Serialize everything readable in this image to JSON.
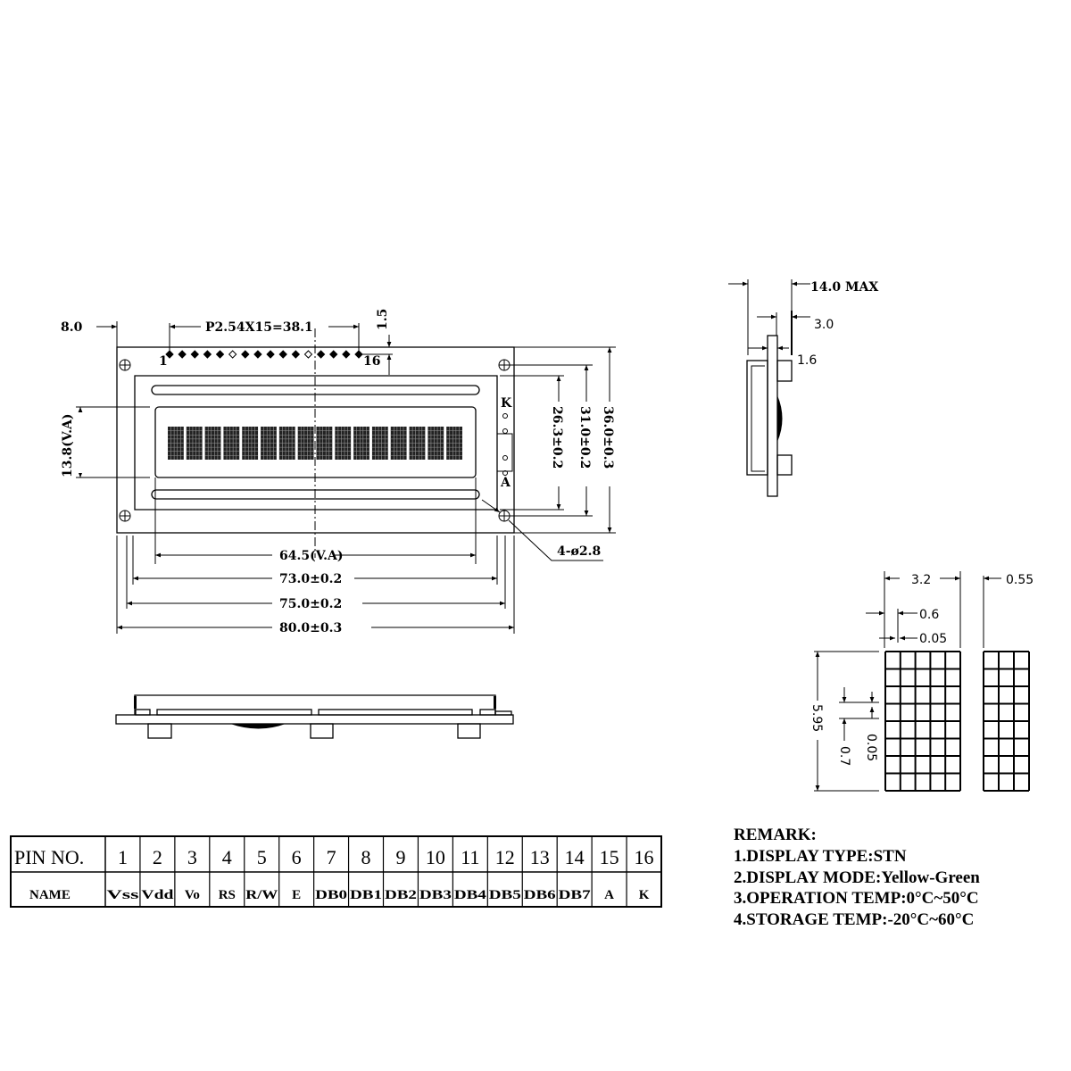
{
  "front_view": {
    "dim_left_offset": "8.0",
    "dim_pin_pitch": "P2.54X15=38.1",
    "dim_pin_top": "1.5",
    "pin_first_label": "1",
    "pin_last_label": "16",
    "pin_count": 16,
    "char_count": 16,
    "dim_va_height": "13.8(V.A)",
    "dim_va_width": "64.5(V.A)",
    "dim_width_73": "73.0±0.2",
    "dim_width_75": "75.0±0.2",
    "dim_width_80": "80.0±0.3",
    "dim_height_263": "26.3±0.2",
    "dim_height_31": "31.0±0.2",
    "dim_height_36": "36.0±0.3",
    "dim_holes": "4-ø2.8",
    "backlight_k": "K",
    "backlight_a": "A"
  },
  "side_view": {
    "dim_max": "14.0  MAX",
    "dim_3": "3.0",
    "dim_16": "1.6"
  },
  "char_detail": {
    "dim_width": "3.2",
    "dim_dot_w": "0.6",
    "dim_gap_w": "0.05",
    "dim_space": "0.55",
    "dim_height": "5.95",
    "dim_dot_h": "0.7",
    "dim_gap_h": "0.05"
  },
  "pin_table": {
    "header_label": "PIN NO.",
    "name_label": "NAME",
    "pins": [
      {
        "no": "1",
        "name": "Vss"
      },
      {
        "no": "2",
        "name": "Vdd"
      },
      {
        "no": "3",
        "name": "Vo"
      },
      {
        "no": "4",
        "name": "RS"
      },
      {
        "no": "5",
        "name": "R/W"
      },
      {
        "no": "6",
        "name": "E"
      },
      {
        "no": "7",
        "name": "DB0"
      },
      {
        "no": "8",
        "name": "DB1"
      },
      {
        "no": "9",
        "name": "DB2"
      },
      {
        "no": "10",
        "name": "DB3"
      },
      {
        "no": "11",
        "name": "DB4"
      },
      {
        "no": "12",
        "name": "DB5"
      },
      {
        "no": "13",
        "name": "DB6"
      },
      {
        "no": "14",
        "name": "DB7"
      },
      {
        "no": "15",
        "name": "A"
      },
      {
        "no": "16",
        "name": "K"
      }
    ]
  },
  "remarks": {
    "title": "REMARK:",
    "items": [
      "1.DISPLAY  TYPE:STN",
      "2.DISPLAY  MODE:Yellow-Green",
      "3.OPERATION  TEMP:0°C~50°C",
      "4.STORAGE  TEMP:-20°C~60°C"
    ]
  }
}
